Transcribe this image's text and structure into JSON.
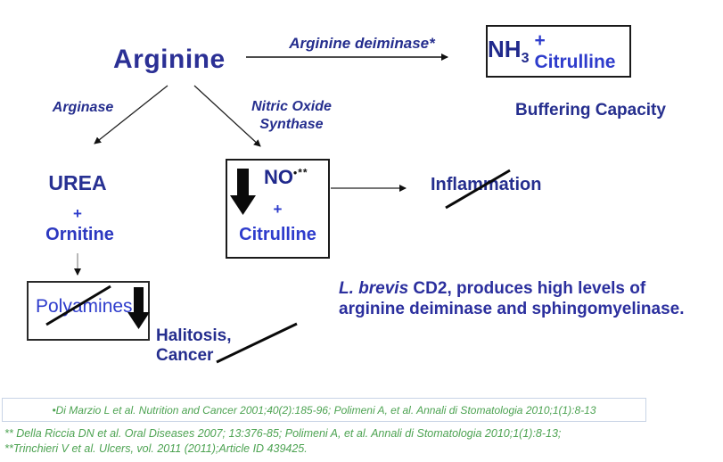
{
  "labels": {
    "arginine": "Arginine",
    "arginine_deiminase": "Arginine deiminase*",
    "nh": "NH",
    "nh_sub": "3",
    "plus_citrulline": "+ Citrulline",
    "buffering_capacity": "Buffering Capacity",
    "arginase": "Arginase",
    "nitric_oxide": "Nitric Oxide",
    "synthase": "Synthase",
    "urea": "UREA",
    "plus_urea": "+",
    "ornitine": "Ornitine",
    "no": "NO",
    "no_superscript": "•**",
    "plus_no": "+",
    "citrulline": "Citrulline",
    "inflammation": "Inflammation",
    "polyamines": "Polyamines",
    "halitosis_cancer": "Halitosis, Cancer",
    "lbrevis_species": "L. brevis",
    "lbrevis_rest": " CD2, produces high levels of arginine deiminase and sphingomyelinase."
  },
  "footnotes": {
    "f1": "•Di Marzio L et al. Nutrition and Cancer 2001;40(2):185-96; Polimeni A, et al. Annali di Stomatologia 2010;1(1):8-13",
    "f2": "** Della Riccia DN et al. Oral Diseases 2007; 13:376-85;  Polimeni A, et al. Annali di Stomatologia 2010;1(1):8-13;",
    "f3": "**Trinchieri V et al. Ulcers, vol. 2011 (2011);Article ID 439425."
  },
  "colors": {
    "navy_text": "#252e8e",
    "blue_text": "#2e3ccc",
    "green_footnote": "#4da352",
    "arrow_black": "#111111"
  }
}
